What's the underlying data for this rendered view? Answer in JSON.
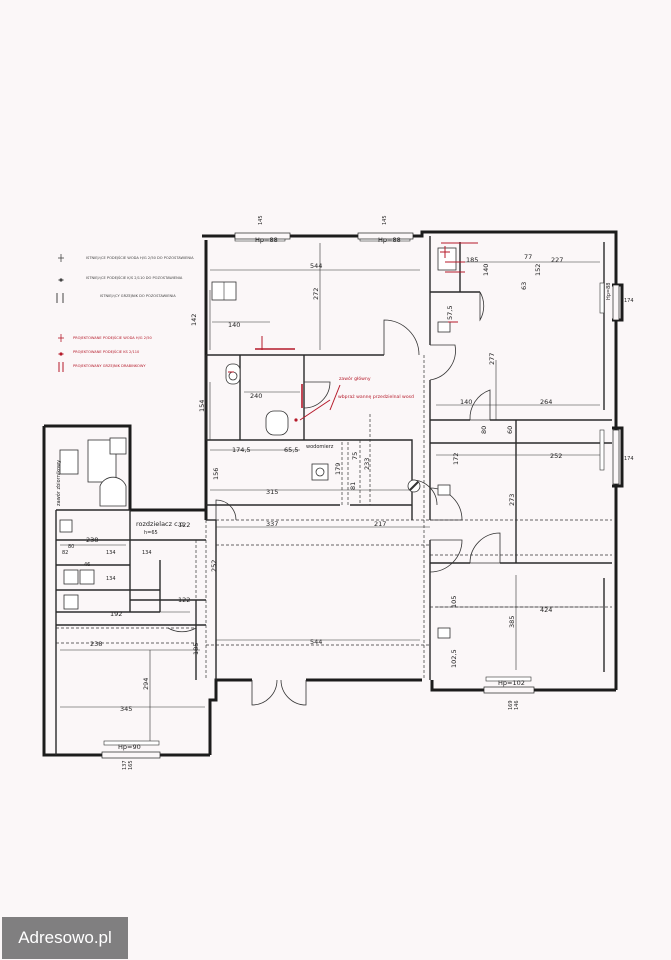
{
  "watermark": "Adresowo.pl",
  "colors": {
    "paper": "#fbf7f8",
    "wall": "#1c1c1c",
    "installation_red": "#b51a2a"
  },
  "legend": {
    "existing": [
      "ISTNIEJĄCE PODEJŚCIE WODA H/G 2/50 DO POZOSTAWIENIA",
      "ISTNIEJĄCE PODEJŚCIE K/S 2/110 DO POZOSTAWIENIA",
      "ISTNIEJĄCY GRZEJNIK DO POZOSTAWIENIA"
    ],
    "projected": [
      "PROJEKTOWANE PODEJŚCIE WODA H/G 2/50",
      "PROJEKTOWANE PODEJŚCIE KS 2/110",
      "PROJEKTOWANY GRZEJNIK DRABINKOWY"
    ]
  },
  "notes": {
    "valve": "zawór główny",
    "water_meter": "wodomierz",
    "distributor": "rozdzielacz c.o.",
    "move_water": "wbpraż wannę przedzielnal wosd",
    "move_valve": "zawór zbiornikowy"
  },
  "window_labels": {
    "top_left": "Hp=88",
    "top_mid": "Hp=88",
    "bottom_right": "Hp=102",
    "bottom_left": "Hp=90",
    "right": "Hp=88",
    "distributor_h": "h=65"
  },
  "dimensions": [
    "544",
    "272",
    "140",
    "142",
    "240",
    "154",
    "174,5",
    "65,5",
    "315",
    "156",
    "337",
    "217",
    "233",
    "179",
    "81",
    "75",
    "77",
    "185",
    "140",
    "227",
    "152",
    "63",
    "57,5",
    "277",
    "264",
    "140",
    "80",
    "60",
    "172",
    "252",
    "273",
    "424",
    "385",
    "105",
    "102,5",
    "544",
    "238",
    "192",
    "345",
    "294",
    "122",
    "122",
    "185",
    "252",
    "82",
    "46",
    "134",
    "134",
    "134",
    "80",
    "238",
    "174",
    "174",
    "145",
    "145",
    "169",
    "137",
    "165",
    "146"
  ]
}
